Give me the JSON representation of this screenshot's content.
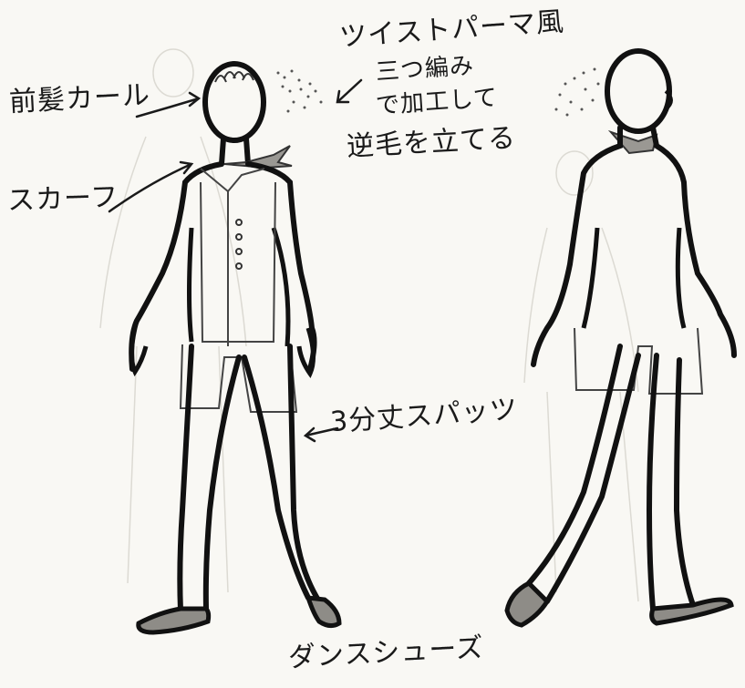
{
  "annotations": {
    "bangs_curl": "前髪カール",
    "scarf": "スカーフ",
    "hair_line1": "ツイストパーマ風",
    "hair_line2": "三つ編み",
    "hair_line3": "で加工して",
    "hair_line4": "逆毛を立てる",
    "spats": "3分丈スパッツ",
    "dance_shoes": "ダンスシューズ"
  },
  "colors": {
    "paper": "#f9f8f4",
    "ink": "#111111",
    "pencil": "#555555",
    "faint_sketch": "#d8d6cf"
  }
}
